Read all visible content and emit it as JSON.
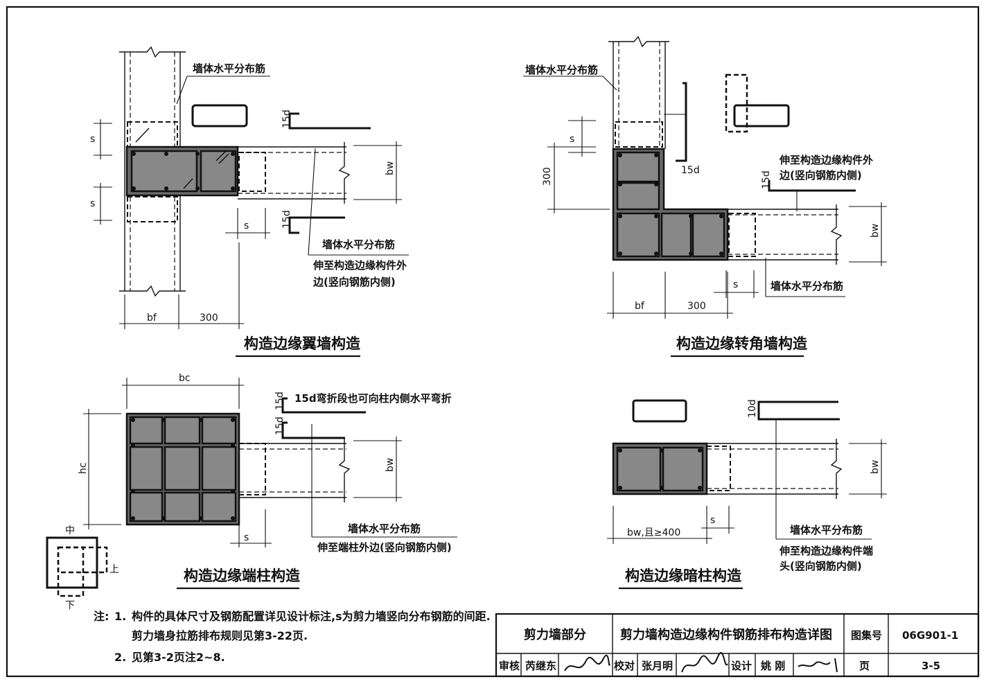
{
  "drawings": {
    "wing_wall": {
      "title": "构造边缘翼墙构造",
      "label_horizontal_bar_top": "墙体水平分布筋",
      "label_horizontal_bar_bottom": "墙体水平分布筋",
      "label_extend_line1": "伸至构造边缘构件外",
      "label_extend_line2": "边(竖向钢筋内侧)",
      "dim_s_top": "s",
      "dim_s_bottom": "s",
      "dim_s_right": "s",
      "dim_15d_top": "15d",
      "dim_15d_bottom": "15d",
      "dim_bw": "bw",
      "dim_bf": "bf",
      "dim_300": "300"
    },
    "corner_wall": {
      "title": "构造边缘转角墙构造",
      "label_horizontal_bar_top": "墙体水平分布筋",
      "label_horizontal_bar_bottom": "墙体水平分布筋",
      "label_extend_line1": "伸至构造边缘构件外",
      "label_extend_line2": "边(竖向钢筋内侧)",
      "dim_15d_vertical": "15d",
      "dim_15d_horizontal": "15d",
      "dim_s_left": "s",
      "dim_300_left": "300",
      "dim_bw": "bw",
      "dim_s_bottom": "s",
      "dim_bf": "bf",
      "dim_300_bottom": "300"
    },
    "end_column": {
      "title": "构造边缘端柱构造",
      "label_bend": "15d弯折段也可向柱内侧水平弯折",
      "label_horizontal_bar": "墙体水平分布筋",
      "label_extend": "伸至端柱外边(竖向钢筋内侧)",
      "dim_bc": "bc",
      "dim_hc": "hc",
      "dim_15d_top": "15d",
      "dim_15d_bottom": "15d",
      "dim_bw": "bw",
      "dim_s": "s",
      "legend_middle": "中",
      "legend_top": "上",
      "legend_bottom": "下"
    },
    "hidden_column": {
      "title": "构造边缘暗柱构造",
      "label_horizontal_bar": "墙体水平分布筋",
      "label_extend_line1": "伸至构造边缘构件端",
      "label_extend_line2": "头(竖向钢筋内侧)",
      "dim_10d": "10d",
      "dim_bw_right": "bw",
      "dim_bw_bottom": "bw,且≥400",
      "dim_s": "s"
    }
  },
  "notes": {
    "prefix": "注:",
    "note1_num": "1.",
    "note1_line1": "构件的具体尺寸及钢筋配置详见设计标注,s为剪力墙竖向分布钢筋的间距.",
    "note1_line2": "剪力墙身拉筋排布规则见第3-22页.",
    "note2_num": "2.",
    "note2_text": "见第3-2页注2~8."
  },
  "title_block": {
    "section": "剪力墙部分",
    "drawing_title": "剪力墙构造边缘构件钢筋排布构造详图",
    "atlas_label": "图集号",
    "atlas_no": "06G901-1",
    "review_label": "审核",
    "reviewer": "芮继东",
    "check_label": "校对",
    "checker": "张月明",
    "design_label": "设计",
    "designer": "姚 刚",
    "page_label": "页",
    "page_no": "3-5"
  }
}
